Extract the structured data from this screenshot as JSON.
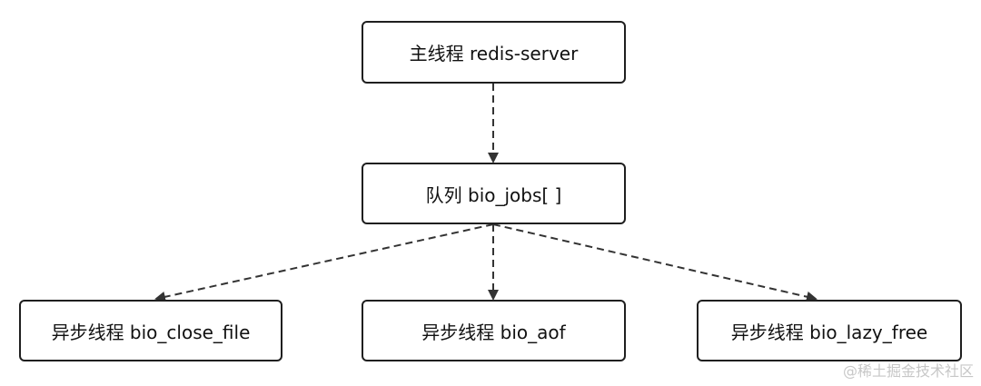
{
  "nodes": {
    "main": "主线程 redis-server",
    "queue": "队列 bio_jobs[ ]",
    "close_file": "异步线程 bio_close_file",
    "aof": "异步线程 bio_aof",
    "lazy_free": "异步线程 bio_lazy_free"
  },
  "edges": [
    {
      "from": "main",
      "to": "queue",
      "style": "dashed"
    },
    {
      "from": "queue",
      "to": "close_file",
      "style": "dashed"
    },
    {
      "from": "queue",
      "to": "aof",
      "style": "dashed"
    },
    {
      "from": "queue",
      "to": "lazy_free",
      "style": "dashed"
    }
  ],
  "watermark": "@稀土掘金技术社区",
  "colors": {
    "border": "#1f1f1f",
    "edge": "#333333",
    "watermark": "#c7c7c7"
  }
}
